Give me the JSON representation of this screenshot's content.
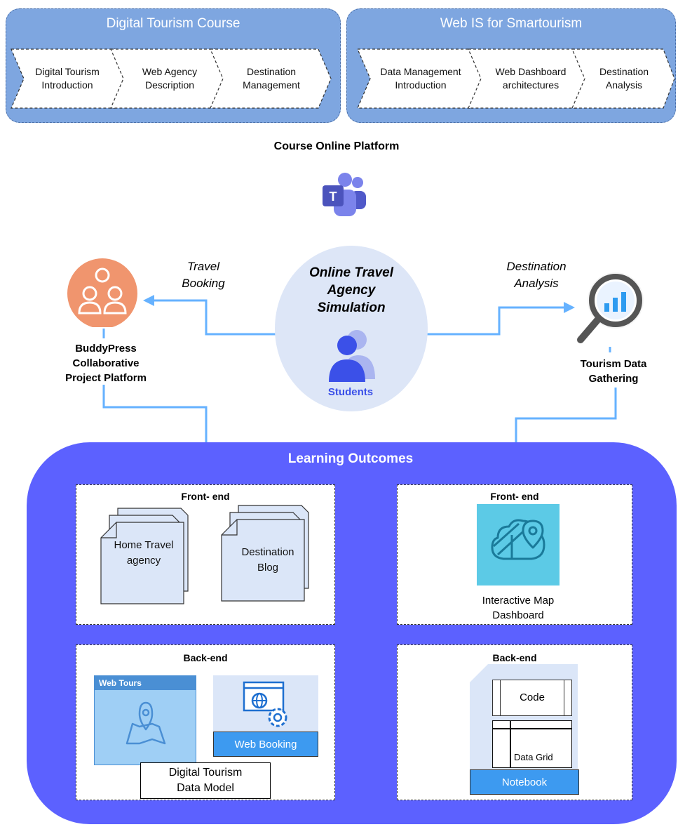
{
  "course_panels": [
    {
      "title": "Digital Tourism Course",
      "steps": [
        "Digital Tourism Introduction",
        "Web Agency Description",
        "Destination Management"
      ]
    },
    {
      "title": "Web IS for Smartourism",
      "steps": [
        "Data Management Introduction",
        "Web Dashboard architectures",
        "Destination Analysis"
      ]
    }
  ],
  "platform": {
    "title": "Course Online Platform",
    "icon": "teams-icon"
  },
  "simulation": {
    "title": "Online Travel Agency Simulation",
    "students_label": "Students"
  },
  "left_branch": {
    "arrow_label": "Travel Booking",
    "platform_label": "BuddyPress Collaborative Project Platform",
    "icon": "buddypress-icon"
  },
  "right_branch": {
    "arrow_label": "Destination Analysis",
    "platform_label": "Tourism Data Gathering",
    "icon": "magnifier-chart-icon"
  },
  "learning_outcomes": {
    "title": "Learning Outcomes",
    "left_front": {
      "title": "Front- end",
      "docs": [
        "Home Travel agency",
        "Destination Blog"
      ]
    },
    "left_back": {
      "title": "Back-end",
      "web_tours": "Web Tours",
      "web_booking": "Web Booking",
      "data_model": "Digital Tourism Data Model"
    },
    "right_front": {
      "title": "Front- end",
      "dashboard_label": "Interactive Map Dashboard"
    },
    "right_back": {
      "title": "Back-end",
      "code": "Code",
      "data_grid": "Data Grid",
      "notebook": "Notebook"
    }
  },
  "colors": {
    "course_panel": "#7ea6e0",
    "learning_panel": "#5c61ff",
    "arrow": "#66b2ff",
    "buddypress": "#f0956e",
    "student_icon": "#3b50e8",
    "simulation_circle": "#dde6f7"
  }
}
